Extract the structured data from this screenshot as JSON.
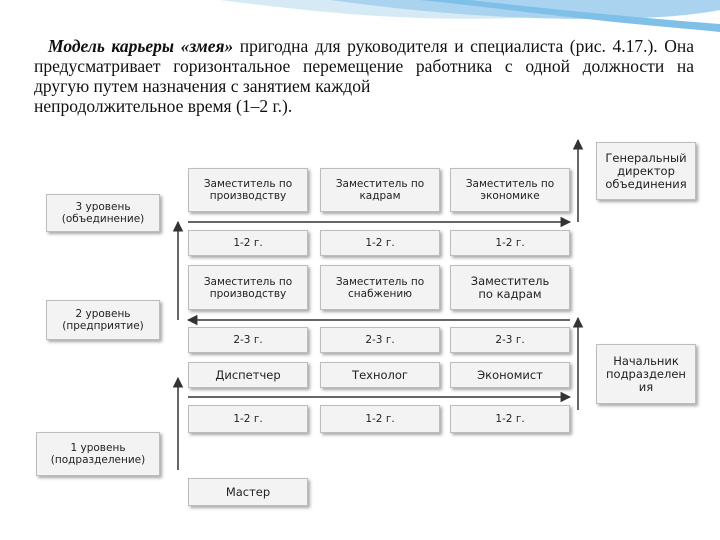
{
  "paragraph": {
    "lead": "Модель карьеры «змея»",
    "line1_rest": " пригодна для руководителя и специалиста (рис. 4.17.). Она предусматривает горизонтальное перемещение работника с одной должности на другую путем назначения с занятием каждой",
    "last_line": "непродолжительное время (1–2 г.)."
  },
  "levels": [
    {
      "label": "3 уровень\n(объединение)"
    },
    {
      "label": "2 уровень\n(предприятие)"
    },
    {
      "label": "1 уровень\n(подразделение)"
    }
  ],
  "targets": [
    {
      "label": "Генеральный\nдиректор\nобъединения"
    },
    {
      "label": "Начальник\nподразделен\nия"
    }
  ],
  "grid": {
    "row1": [
      "Заместитель по\nпроизводству",
      "Заместитель по\nкадрам",
      "Заместитель по\nэкономике"
    ],
    "row2": [
      "1-2 г.",
      "1-2 г.",
      "1-2 г."
    ],
    "row3": [
      "Заместитель по\nпроизводству",
      "Заместитель по\nснабжению",
      "Заместитель\nпо кадрам"
    ],
    "row4": [
      "2-3 г.",
      "2-3 г.",
      "2-3 г."
    ],
    "row5": [
      "Диспетчер",
      "Технолог",
      "Экономист"
    ],
    "row6": [
      "1-2 г.",
      "1-2 г.",
      "1-2 г."
    ]
  },
  "start": {
    "label": "Мастер"
  }
}
